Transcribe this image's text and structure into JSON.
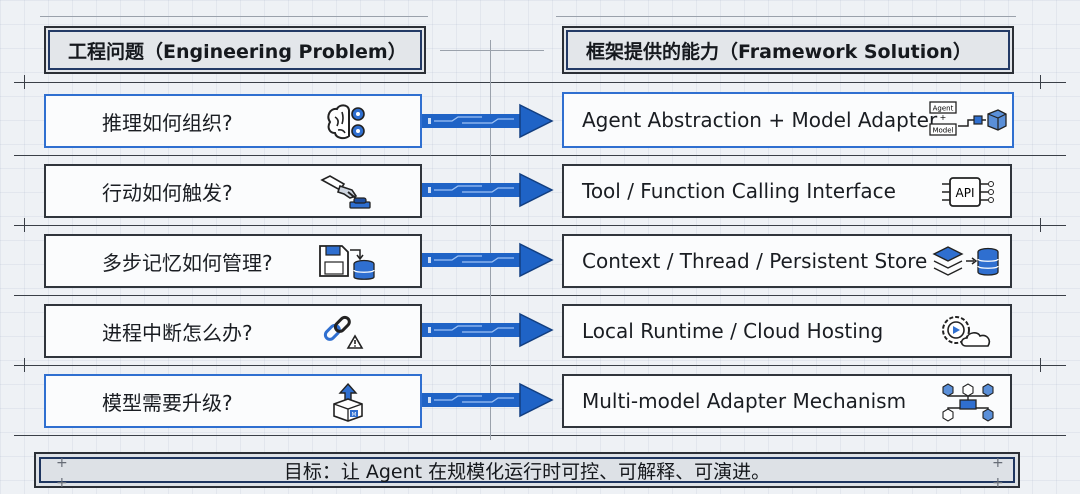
{
  "left_header": "工程问题（Engineering Problem）",
  "right_header": "框架提供的能力（Framework Solution）",
  "rows": [
    {
      "problem": "推理如何组织?",
      "problem_icon": "brain-gear-icon",
      "solution": "Agent Abstraction + Model Adapter",
      "solution_icon": "agent-model-adapter-icon",
      "icon_labels": [
        "Agent",
        "+",
        "Model"
      ]
    },
    {
      "problem": "行动如何触发?",
      "problem_icon": "robot-hand-button-icon",
      "solution": "Tool / Function Calling Interface",
      "solution_icon": "api-chip-icon",
      "icon_labels": [
        "API"
      ]
    },
    {
      "problem": "多步记忆如何管理?",
      "problem_icon": "floppy-database-icon",
      "solution": "Context / Thread / Persistent Store",
      "solution_icon": "layers-database-icon",
      "icon_labels": []
    },
    {
      "problem": "进程中断怎么办?",
      "problem_icon": "broken-link-warning-icon",
      "solution": "Local Runtime / Cloud Hosting",
      "solution_icon": "gear-cloud-icon",
      "icon_labels": []
    },
    {
      "problem": "模型需要升级?",
      "problem_icon": "upgrade-box-icon",
      "solution": "Multi-model Adapter Mechanism",
      "solution_icon": "network-nodes-icon",
      "icon_labels": [
        "M"
      ]
    }
  ],
  "footer": "目标：让 Agent 在规模化运行时可控、可解释、可演进。",
  "colors": {
    "accent_blue": "#2f6fd0",
    "arrow_blue": "#1f63c6",
    "navy": "#233a66",
    "dark": "#2b2f36"
  }
}
